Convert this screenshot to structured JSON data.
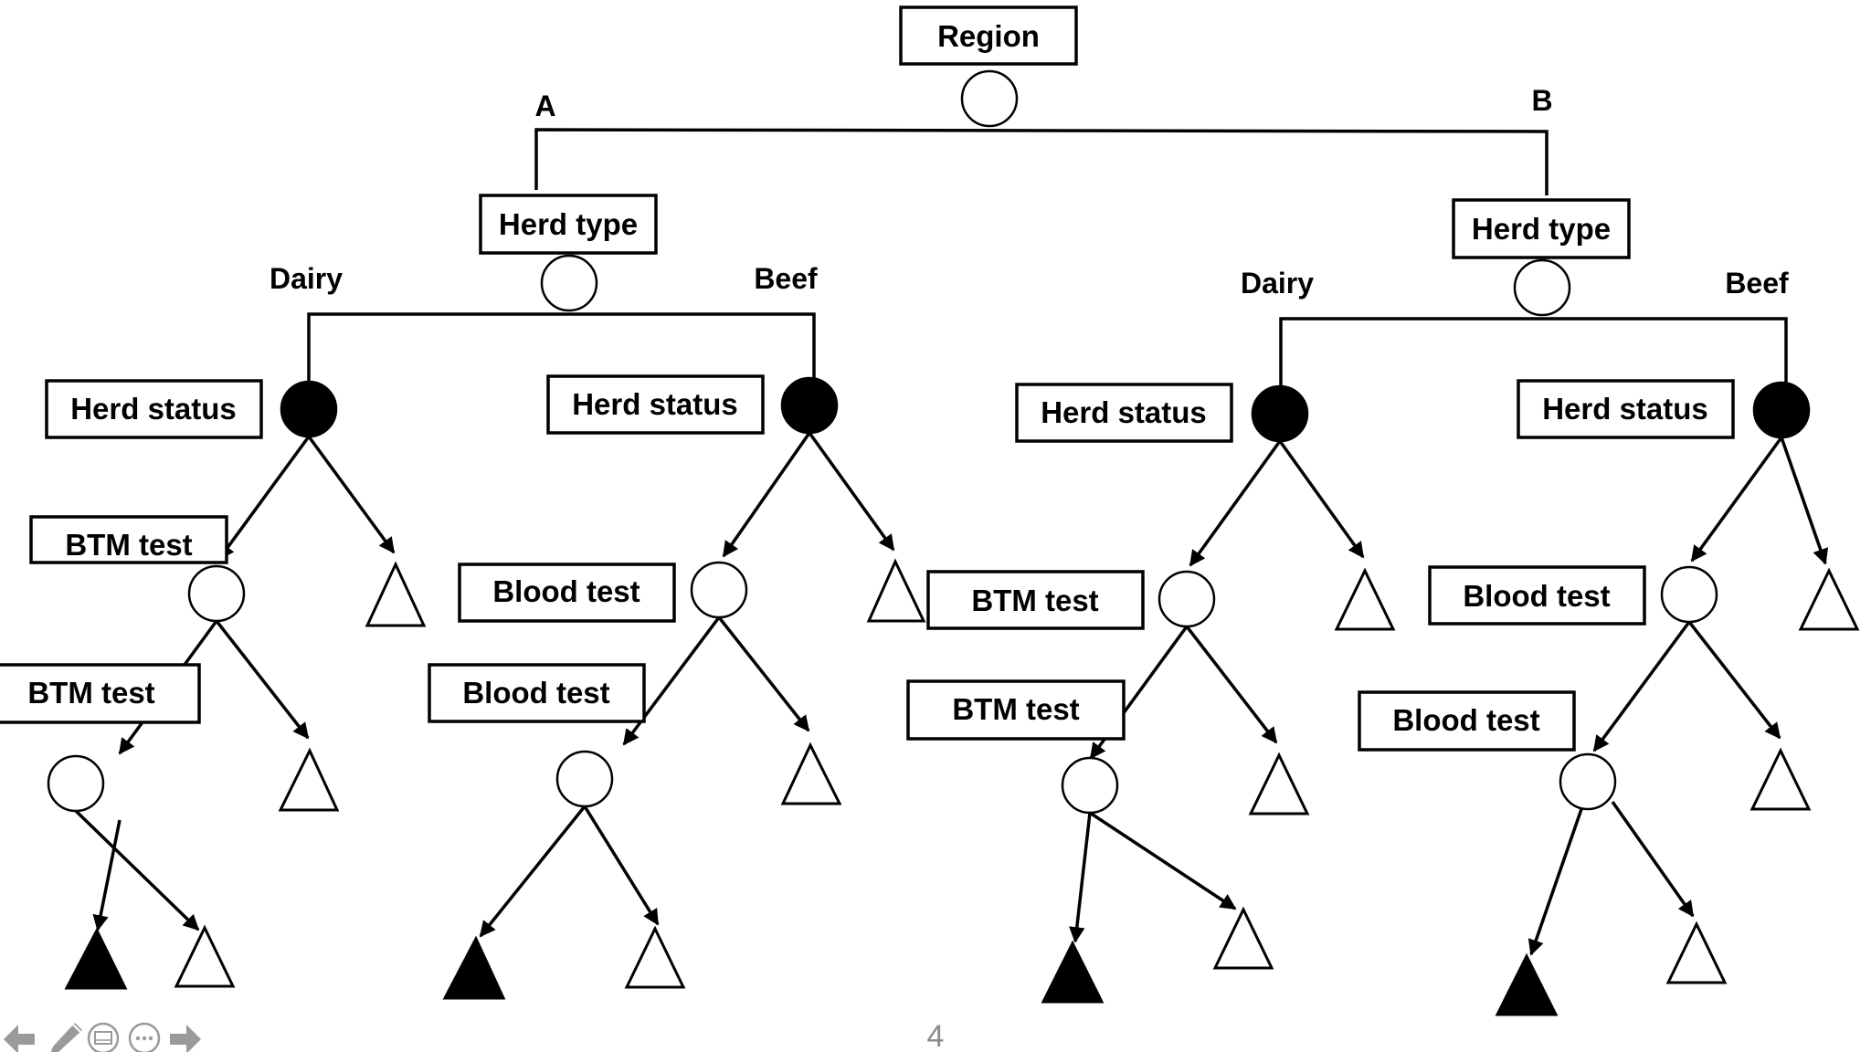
{
  "diagram": {
    "root": {
      "label": "Region"
    },
    "branch_labels": {
      "a": "A",
      "b": "B"
    },
    "left": {
      "herd_type": "Herd type",
      "dairy": "Dairy",
      "beef": "Beef",
      "dairy_status": "Herd status",
      "beef_status": "Herd status",
      "dairy_test1": "BTM test",
      "dairy_test2": "BTM test",
      "beef_test1": "Blood test",
      "beef_test2": "Blood test"
    },
    "right": {
      "herd_type": "Herd type",
      "dairy": "Dairy",
      "beef": "Beef",
      "dairy_status": "Herd status",
      "beef_status": "Herd status",
      "dairy_test1": "BTM test",
      "dairy_test2": "BTM test",
      "beef_test1": "Blood test",
      "beef_test2": "Blood test"
    }
  },
  "slide": {
    "page_number": "4",
    "controls": {
      "prev_icon": "arrow-left-icon",
      "pen_icon": "pen-icon",
      "view_icon": "slide-view-icon",
      "more_icon": "more-options-icon",
      "next_icon": "arrow-right-icon"
    }
  }
}
